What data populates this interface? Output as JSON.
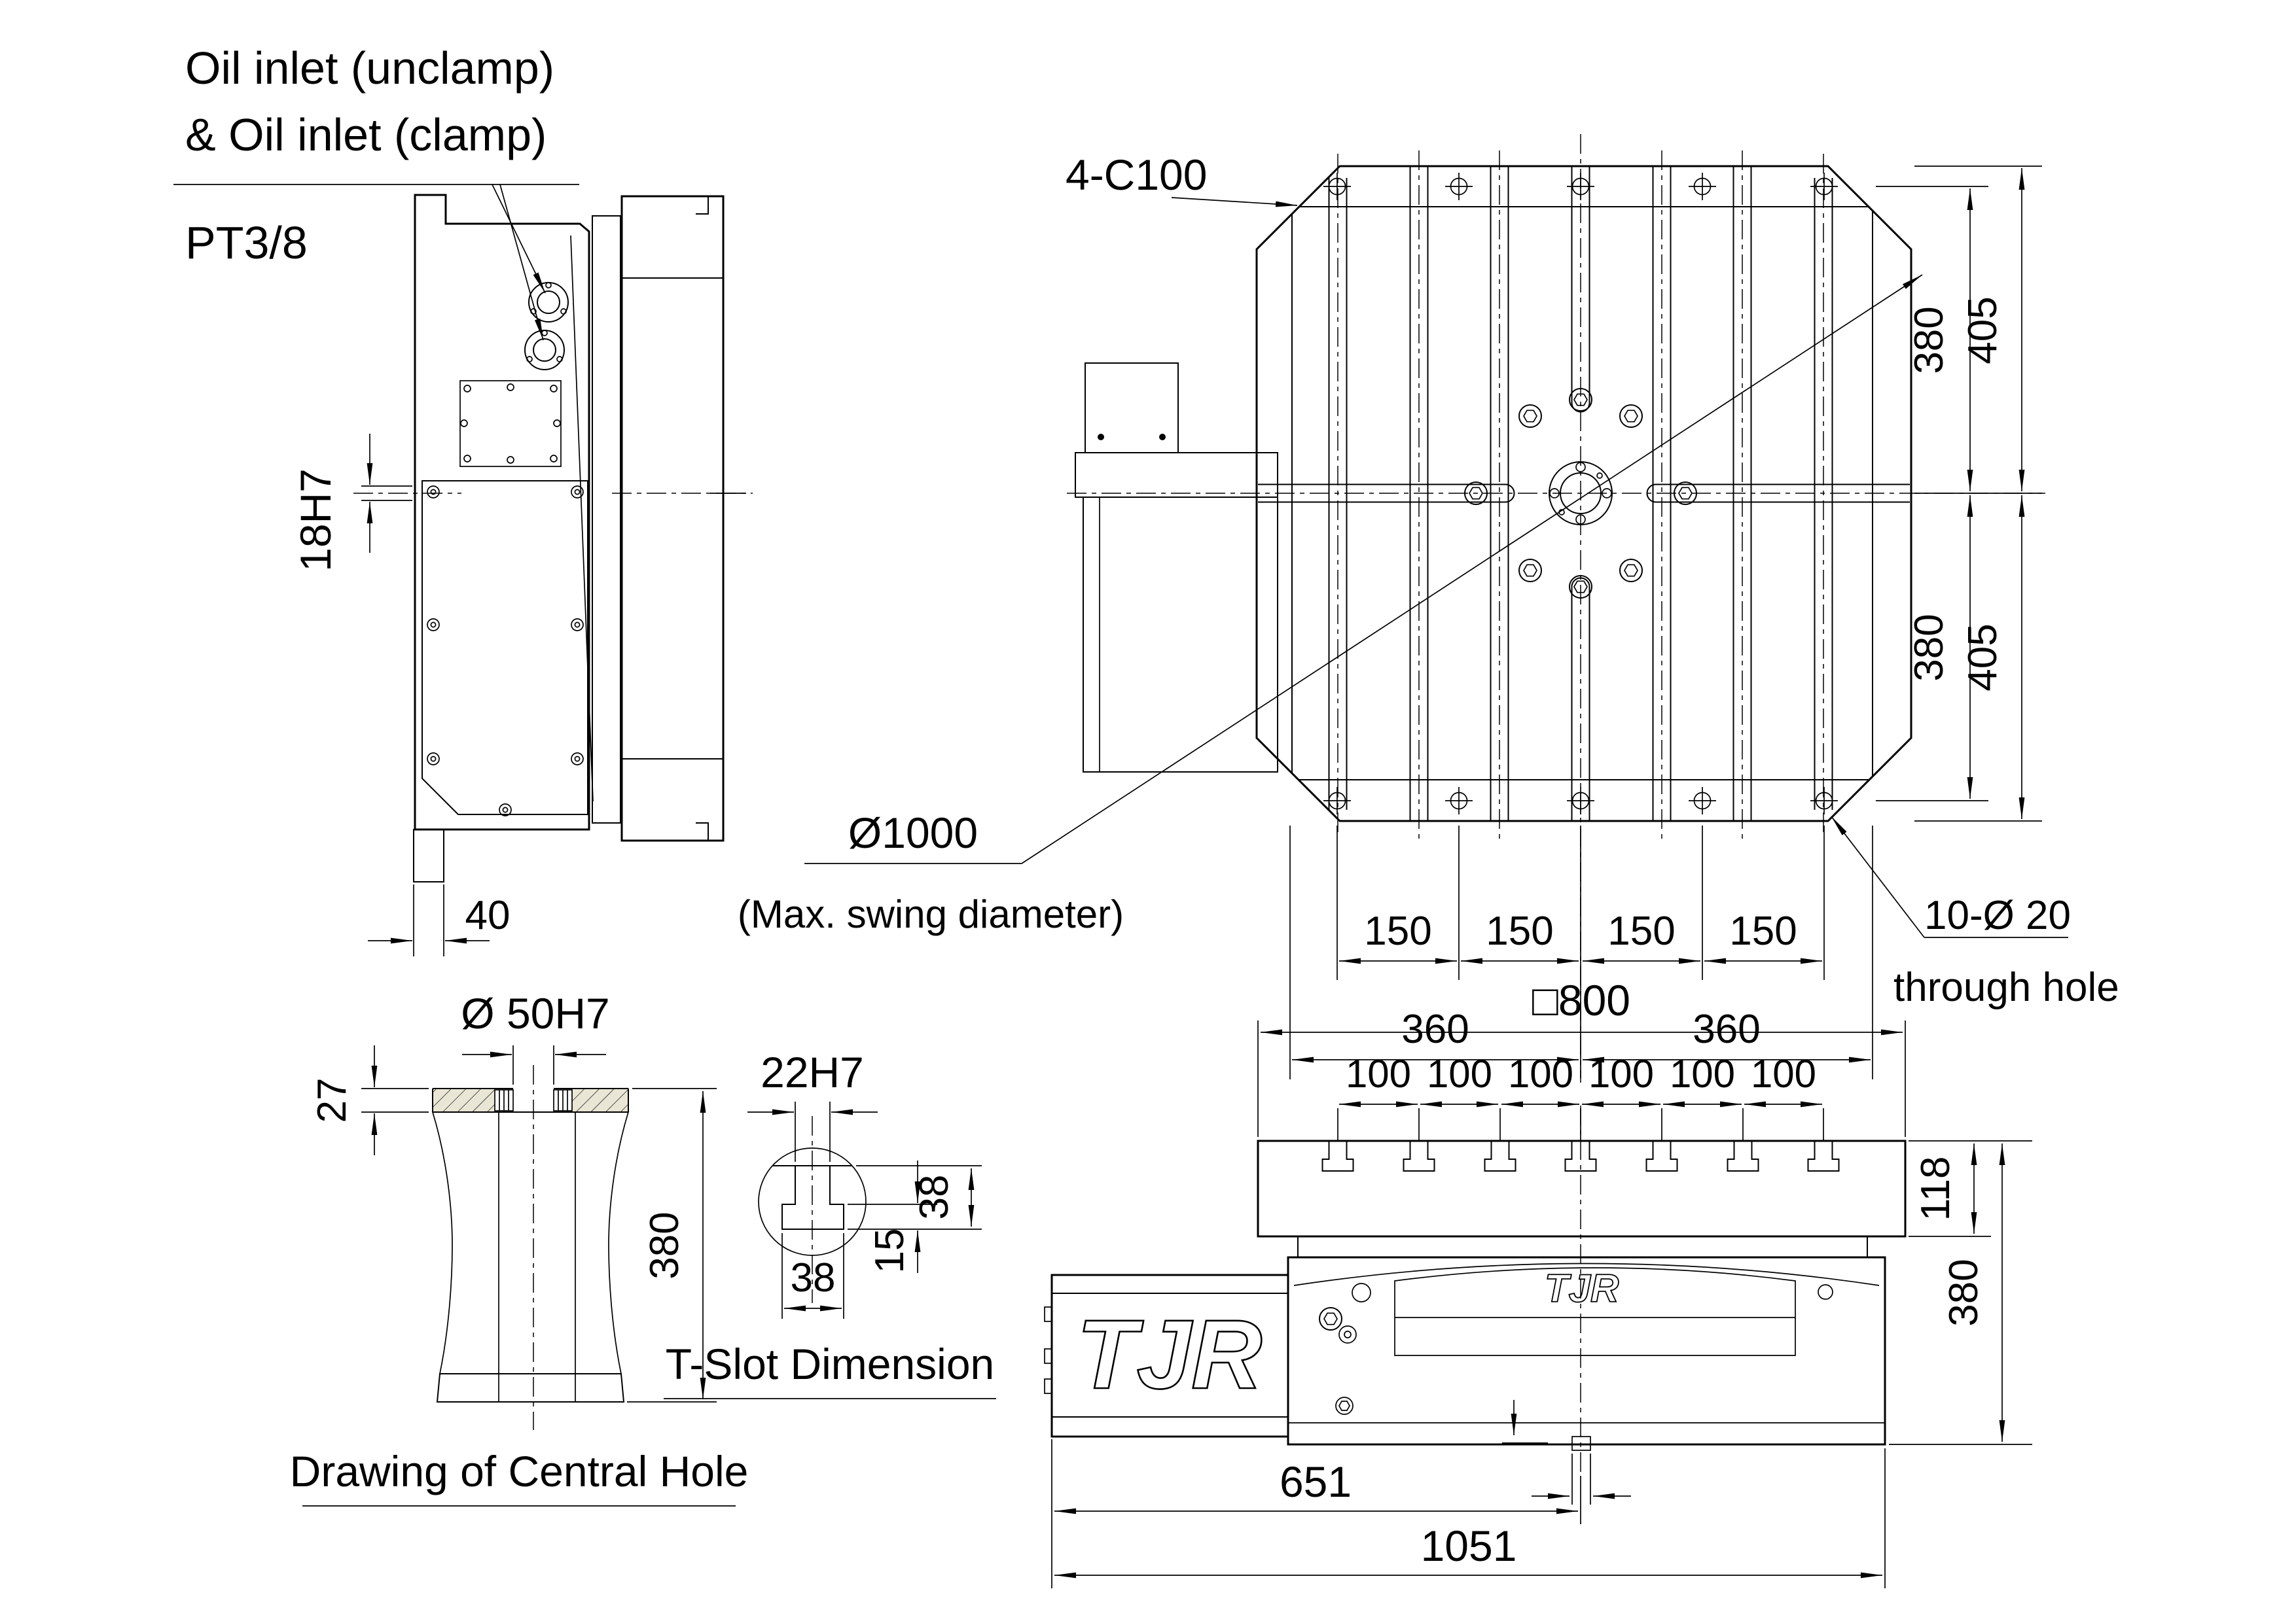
{
  "drawing": {
    "colors": {
      "body": "#e9e6d6",
      "table": "#84a2d4",
      "red": "#e60012",
      "orange": "#f0a132",
      "line": "#000000"
    },
    "side_view": {
      "oil_label_line1": "Oil inlet (unclamp)",
      "oil_label_line2": "& Oil inlet (clamp)",
      "port_label": "PT3/8",
      "dim_key": "18H7",
      "dim_foot": "40"
    },
    "top_view": {
      "chamfer_label": "4-C100",
      "swing_diameter": "Ø1000",
      "swing_note": "(Max. swing diameter)",
      "through_hole_label": "10-Ø 20",
      "through_hole_note": "through hole",
      "dims_380": [
        "380",
        "380"
      ],
      "dims_405": [
        "405",
        "405"
      ],
      "dims_150": [
        "150",
        "150",
        "150",
        "150"
      ],
      "dims_360": [
        "360",
        "360"
      ]
    },
    "central_hole_view": {
      "bore_label": "Ø 50H7",
      "dim_depth": "27",
      "dim_height": "380",
      "title": "Drawing of Central Hole"
    },
    "tslot_view": {
      "slot_width_label": "22H7",
      "dim_depth": "38",
      "dim_throat": "15",
      "dim_width": "38",
      "title": "T-Slot Dimension"
    },
    "front_view": {
      "dim_width": "□800",
      "dims_pitch": [
        "100",
        "100",
        "100",
        "100",
        "100",
        "100"
      ],
      "dim_table_height": "118",
      "dim_height": "380",
      "dim_center": "651",
      "dim_length": "1051",
      "logo": "TJR",
      "logo_small": "TJR"
    }
  }
}
